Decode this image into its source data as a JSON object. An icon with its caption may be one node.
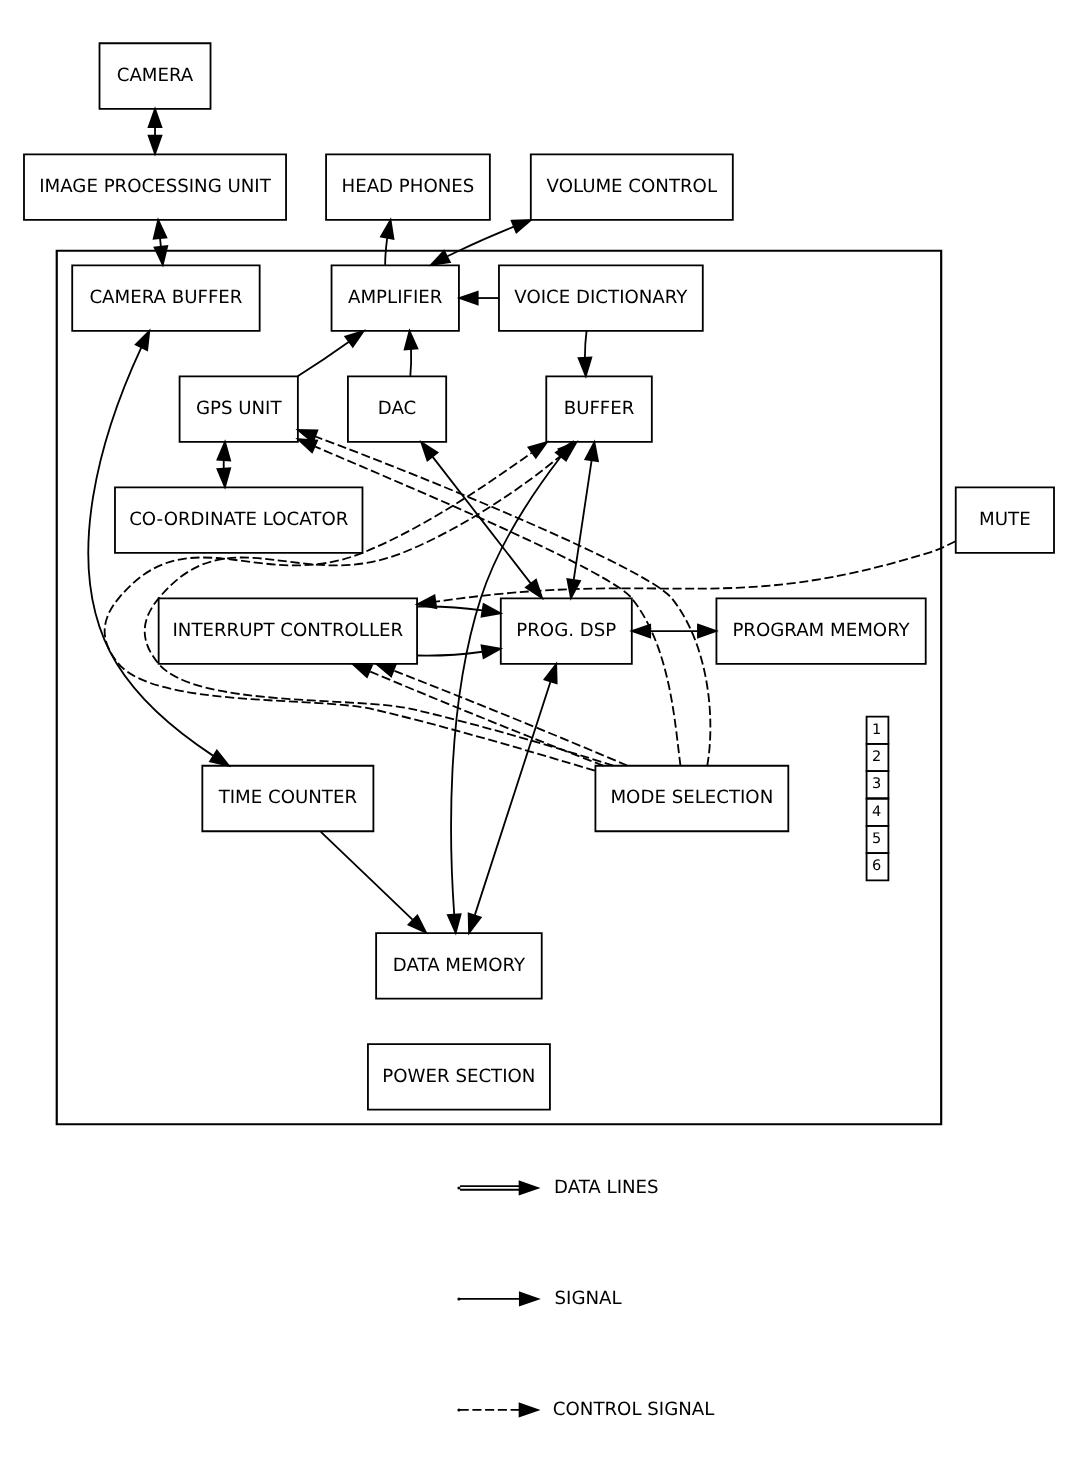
{
  "diagram": {
    "nodes": [
      {
        "text": [
          "CAMERA"
        ]
      },
      {
        "text": [
          "IMAGE PROCESSING UNIT"
        ]
      },
      {
        "text": [
          "HEAD PHONES"
        ]
      },
      {
        "text": [
          "VOLUME CONTROL"
        ]
      },
      {
        "text": [],
        "shape": "box"
      },
      {
        "text": [
          "CAMERA BUFFER"
        ],
        "in": 4
      },
      {
        "text": [
          "AMPLIFIER"
        ],
        "in": 4
      },
      {
        "text": [
          "VOICE DICTIONARY"
        ],
        "in": 4
      },
      {
        "text": [
          "GPS UNIT"
        ],
        "in": 4
      },
      {
        "text": [
          "DAC"
        ],
        "in": 4
      },
      {
        "text": [
          "BUFFER"
        ],
        "in": 4
      },
      {
        "text": [
          "CO-ORDINATE LOCATOR"
        ],
        "in": 4
      },
      {
        "text": [
          "PROGRAM MEMORY"
        ],
        "in": 4
      },
      {
        "text": [
          "MUTE"
        ]
      },
      {
        "text": [
          "INTERRUPT CONTROLLER"
        ],
        "in": 4
      },
      {
        "text": [
          "PROG. DSP"
        ],
        "in": 4
      },
      {
        "text": [
          "MODE SELECTION"
        ],
        "in": 4
      },
      {
        "text": [
          "TIME COUNTER"
        ],
        "in": 4
      },
      {
        "text": [
          "DATA MEMORY"
        ],
        "in": 4
      },
      {
        "text": [
          "POWER SECTION"
        ],
        "in": 4
      }
    ],
    "edges": [
      {
        "from": 0,
        "to": 1,
        "arrow": "both"
      },
      {
        "from": 1,
        "to": 5,
        "arrow": "both"
      },
      {
        "from": 6,
        "to": 2,
        "arrow": "to"
      },
      {
        "from": 3,
        "to": 6,
        "arrow": "both"
      },
      {
        "from": 7,
        "to": 6,
        "arrow": "to"
      },
      {
        "from": 8,
        "to": 6,
        "arrow": "to"
      },
      {
        "from": 9,
        "to": 6,
        "arrow": "to"
      },
      {
        "from": 7,
        "to": 10,
        "arrow": "to"
      },
      {
        "from": 8,
        "to": 11,
        "arrow": "both"
      },
      {
        "from": 9,
        "to": 15,
        "arrow": "both"
      },
      {
        "from": 10,
        "to": 15,
        "arrow": "both"
      },
      {
        "from": 10,
        "to": 18,
        "arrow": "both"
      },
      {
        "from": 15,
        "to": 12,
        "arrow": "both"
      },
      {
        "from": 13,
        "to": 14,
        "arrow": "to",
        "style": "dashed"
      },
      {
        "from": 14,
        "to": 15,
        "arrow": "to"
      },
      {
        "from": 14,
        "to": 15,
        "arrow": "to"
      },
      {
        "from": 5,
        "to": 17,
        "arrow": "both"
      },
      {
        "from": 17,
        "to": 18,
        "arrow": "to"
      },
      {
        "from": 15,
        "to": 18,
        "arrow": "both"
      },
      {
        "from": 16,
        "to": 14,
        "arrow": "to",
        "style": "dashed"
      },
      {
        "from": 16,
        "to": 14,
        "arrow": "to",
        "style": "dashed"
      },
      {
        "from": 16,
        "to": 8,
        "arrow": "to",
        "style": "dashed"
      },
      {
        "from": 16,
        "to": 8,
        "arrow": "to",
        "style": "dashed"
      },
      {
        "from": 16,
        "to": 10,
        "arrow": "to",
        "style": "dashed"
      },
      {
        "from": 16,
        "to": 10,
        "arrow": "to",
        "style": "dashed"
      }
    ],
    "labels": [
      "1",
      "2",
      "3",
      "4",
      "5",
      "6"
    ],
    "legend": [
      {
        "text": "DATA LINES"
      },
      {
        "text": "SIGNAL"
      },
      {
        "text": "CONTROL SIGNAL"
      }
    ]
  }
}
